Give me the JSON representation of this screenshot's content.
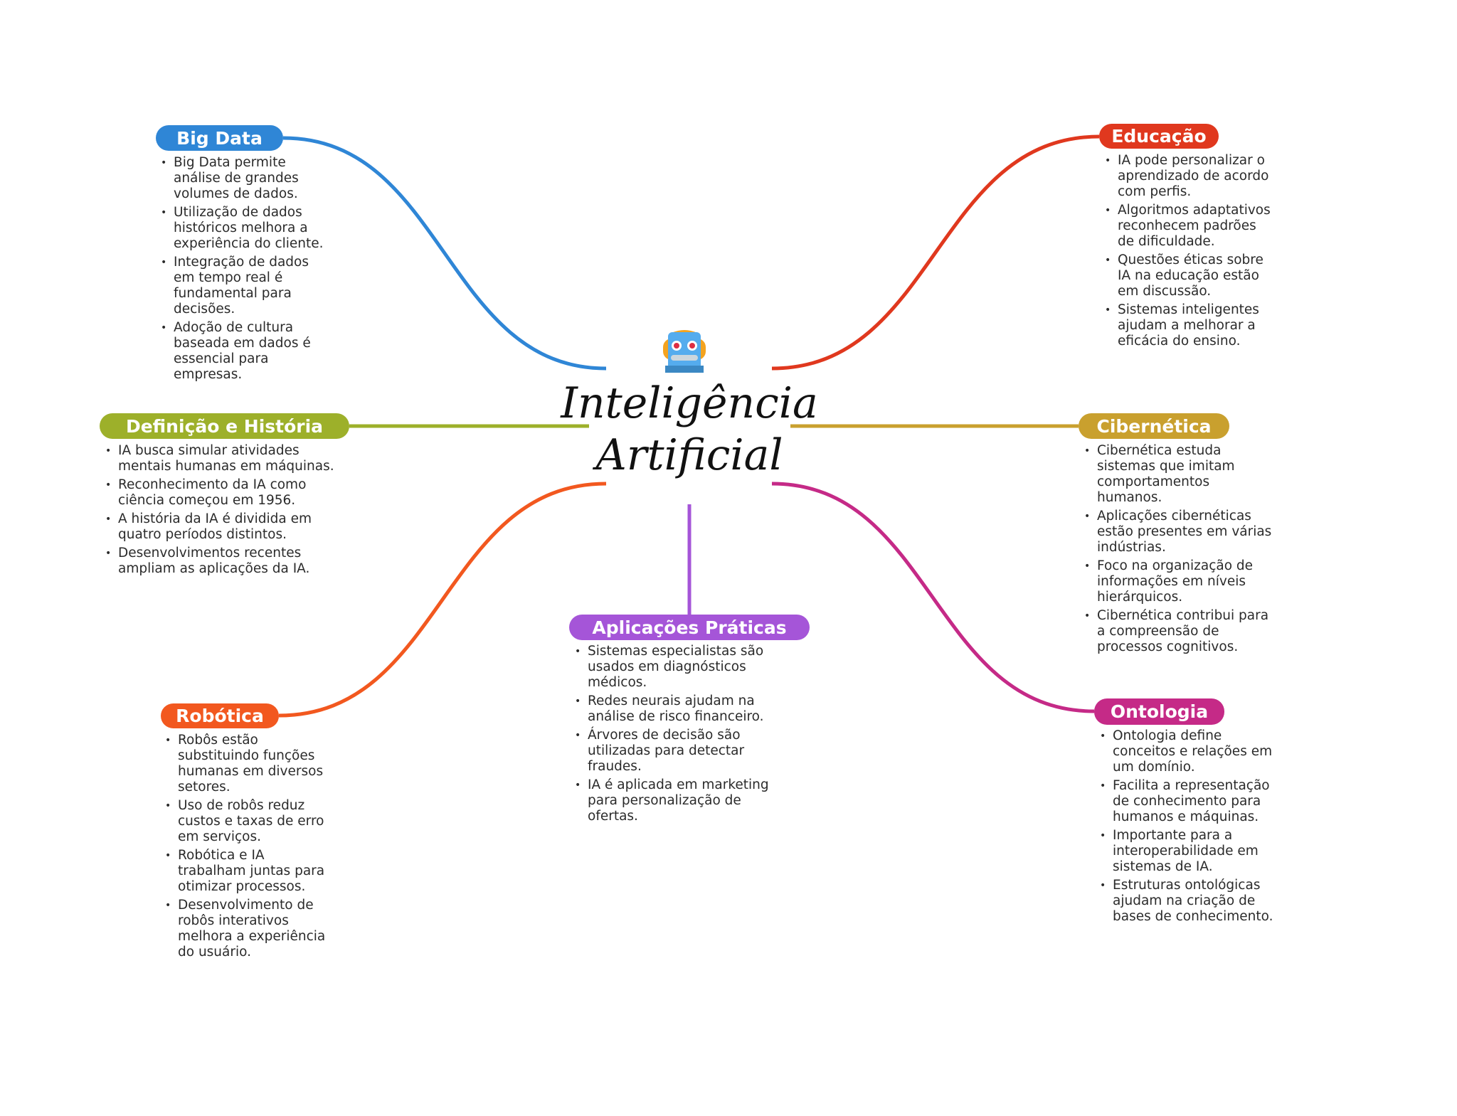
{
  "center": {
    "title_line1": "Inteligência",
    "title_line2": "Artificial",
    "icon": "robot-icon"
  },
  "colors": {
    "big_data": "#2F86D6",
    "educacao": "#E0381E",
    "definicao": "#9DB02A",
    "cibernetica": "#C9A02E",
    "robotica": "#F2581F",
    "ontologia": "#C52A87",
    "aplicacoes": "#A555D8"
  },
  "branches": {
    "big_data": {
      "label": "Big Data",
      "items": [
        "Big Data permite análise de grandes volumes de dados.",
        "Utilização de dados históricos melhora a experiência do cliente.",
        "Integração de dados em tempo real é fundamental para decisões.",
        "Adoção de cultura baseada em dados é essencial para empresas."
      ]
    },
    "definicao": {
      "label": "Definição e História",
      "items": [
        "IA busca simular atividades mentais humanas em máquinas.",
        "Reconhecimento da IA como ciência começou em 1956.",
        "A história da IA é dividida em quatro períodos distintos.",
        "Desenvolvimentos recentes ampliam as aplicações da IA."
      ]
    },
    "robotica": {
      "label": "Robótica",
      "items": [
        "Robôs estão substituindo funções humanas em diversos setores.",
        "Uso de robôs reduz custos e taxas de erro em serviços.",
        "Robótica e IA trabalham juntas para otimizar processos.",
        "Desenvolvimento de robôs interativos melhora a experiência do usuário."
      ]
    },
    "aplicacoes": {
      "label": "Aplicações Práticas",
      "items": [
        "Sistemas especialistas são usados em diagnósticos médicos.",
        "Redes neurais ajudam na análise de risco financeiro.",
        "Árvores de decisão são utilizadas para detectar fraudes.",
        "IA é aplicada em marketing para personalização de ofertas."
      ]
    },
    "educacao": {
      "label": "Educação",
      "items": [
        "IA pode personalizar o aprendizado de acordo com perfis.",
        "Algoritmos adaptativos reconhecem padrões de dificuldade.",
        "Questões éticas sobre IA na educação estão em discussão.",
        "Sistemas inteligentes ajudam a melhorar a eficácia do ensino."
      ]
    },
    "cibernetica": {
      "label": "Cibernética",
      "items": [
        "Cibernética estuda sistemas que imitam comportamentos humanos.",
        "Aplicações cibernéticas estão presentes em várias indústrias.",
        "Foco na organização de informações em níveis hierárquicos.",
        "Cibernética contribui para a compreensão de processos cognitivos."
      ]
    },
    "ontologia": {
      "label": "Ontologia",
      "items": [
        "Ontologia define conceitos e relações em um domínio.",
        "Facilita a representação de conhecimento para humanos e máquinas.",
        "Importante para a interoperabilidade em sistemas de IA.",
        "Estruturas ontológicas ajudam na criação de bases de conhecimento."
      ]
    }
  }
}
